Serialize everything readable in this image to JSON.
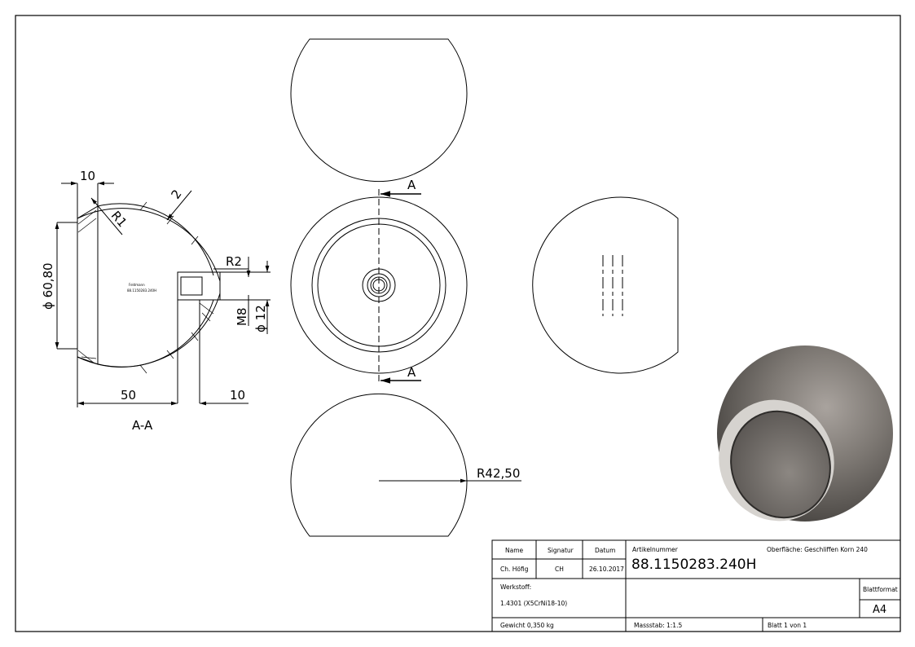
{
  "drawing": {
    "section_view": {
      "dims": {
        "top_width": "10",
        "wall": "2",
        "fillet": "R1",
        "diameter": "ϕ 60,80",
        "thread_fillet": "R2",
        "thread": "M8",
        "thread_dia": "ϕ 12",
        "depth": "50",
        "boss": "10"
      },
      "engraving": [
        "Feldmann",
        "88.1150283.240H"
      ],
      "label": "A-A"
    },
    "section_markers": [
      "A",
      "A"
    ],
    "bottom_view": {
      "radius": "R42,50"
    }
  },
  "title_block": {
    "headers": {
      "name": "Name",
      "signatur": "Signatur",
      "datum": "Datum"
    },
    "row": {
      "name": "Ch. Höfig",
      "signatur": "CH",
      "datum": "26.10.2017"
    },
    "artikelnummer_label": "Artikelnummer",
    "artikelnummer": "88.1150283.240H",
    "oberflaeche": "Oberfläche:   Geschliffen Korn 240",
    "werkstoff_label": "Werkstoff:",
    "werkstoff": "1.4301 (X5CrNi18-10)",
    "blattformat_label": "Blattformat",
    "blattformat": "A4",
    "gewicht": "Gewicht 0,350 kg",
    "massstab": "Massstab: 1:1.5",
    "blatt": "Blatt 1 von 1"
  }
}
